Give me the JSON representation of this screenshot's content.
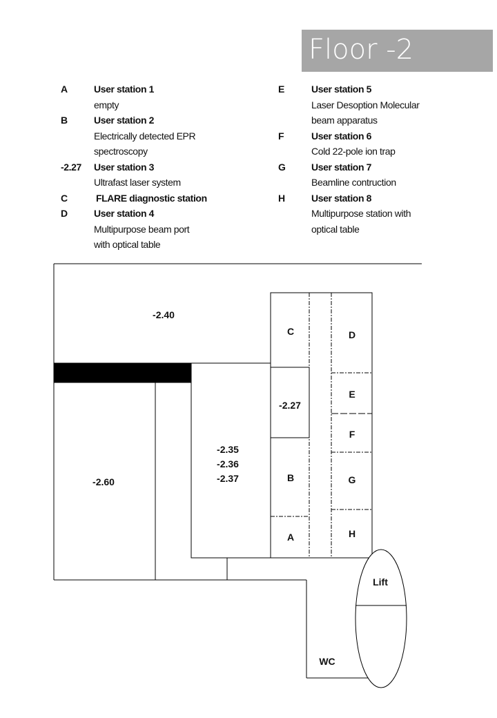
{
  "title": "Floor -2",
  "legend": {
    "left": [
      {
        "key": "A",
        "name": "User station 1",
        "desc": [
          "empty"
        ]
      },
      {
        "key": "B",
        "name": "User station 2",
        "desc": [
          "Electrically detected EPR",
          "spectroscopy"
        ]
      },
      {
        "key": "-2.27",
        "name": "User station 3",
        "desc": [
          "Ultrafast laser system"
        ]
      },
      {
        "key": "C",
        "name": "FLARE diagnostic station",
        "desc": []
      },
      {
        "key": "D",
        "name": "User station 4",
        "desc": [
          "Multipurpose beam port",
          "with optical table"
        ]
      }
    ],
    "right": [
      {
        "key": "E",
        "name": "User station 5",
        "desc": [
          "Laser Desoption Molecular",
          "beam apparatus"
        ]
      },
      {
        "key": "F",
        "name": "User station 6",
        "desc": [
          "Cold 22-pole ion trap"
        ]
      },
      {
        "key": "G",
        "name": "User station 7",
        "desc": [
          "Beamline contruction"
        ]
      },
      {
        "key": "H",
        "name": "User station 8",
        "desc": [
          "Multipurpose station with",
          "optical table"
        ]
      }
    ]
  },
  "plan": {
    "r240": "-2.40",
    "r260": "-2.60",
    "r235": "-2.35",
    "r236": "-2.36",
    "r237": "-2.37",
    "r227": "-2.27",
    "A": "A",
    "B": "B",
    "C": "C",
    "D": "D",
    "E": "E",
    "F": "F",
    "G": "G",
    "H": "H",
    "lift": "Lift",
    "wc": "WC"
  }
}
